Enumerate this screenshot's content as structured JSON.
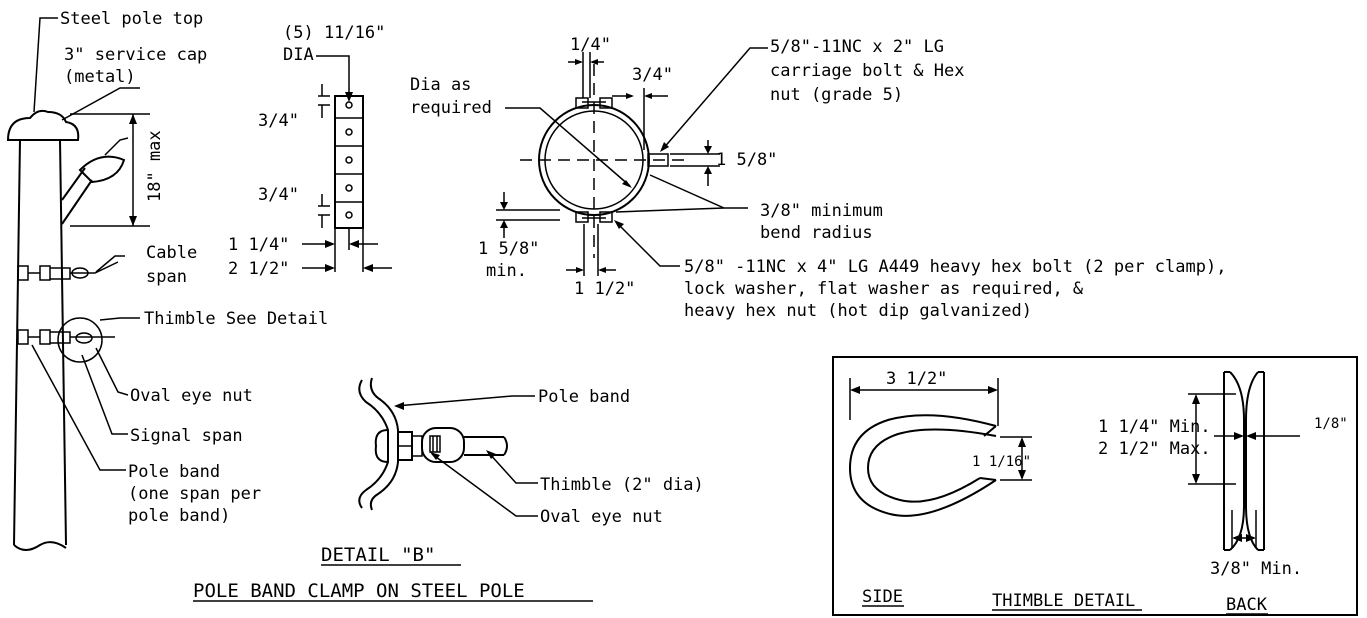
{
  "pole": {
    "top_label": "Steel pole top",
    "cap_label_1": "3\" service cap",
    "cap_label_2": "(metal)",
    "max_label": "18\" max",
    "cable_span_1": "Cable",
    "cable_span_2": "span",
    "thimble_see": "Thimble See Detail",
    "oval_eye_nut": "Oval eye nut",
    "signal_span": "Signal span",
    "pole_band_1": "Pole band",
    "pole_band_2": "(one span per",
    "pole_band_3": "pole band)"
  },
  "bar": {
    "holes_1": "(5) 11/16\"",
    "holes_2": "DIA",
    "dim_top": "3/4\"",
    "dim_mid": "3/4\"",
    "dim_w1": "1 1/4\"",
    "dim_w2": "2 1/2\""
  },
  "clamp": {
    "dim_quarter": "1/4\"",
    "dim_three_quarter": "3/4\"",
    "dia_1": "Dia  as",
    "dia_2": "required",
    "carriage_1": "5/8\"-11NC x 2\" LG",
    "carriage_2": "carriage bolt & Hex",
    "carriage_3": "nut (grade 5)",
    "dim_5_8": "1 5/8\"",
    "bend_1": "3/8\" minimum",
    "bend_2": "bend radius",
    "min_1": "1 5/8\"",
    "min_2": "min.",
    "dim_1_half": "1 1/2\"",
    "bolt_1": "5/8\" -11NC x 4\" LG A449 heavy hex bolt (2 per clamp),",
    "bolt_2": "lock washer, flat washer as required, &",
    "bolt_3": "heavy hex nut (hot dip galvanized)"
  },
  "detail_b": {
    "pole_band": "Pole band",
    "thimble": "Thimble (2\" dia)",
    "oval_eye_nut": "Oval eye nut",
    "title": "DETAIL \"B\"",
    "subtitle": "POLE BAND CLAMP ON STEEL POLE"
  },
  "thimble_detail": {
    "dim_width": "3 1/2\"",
    "dim_gap": "1 1/16\"",
    "min_label": "1 1/4\" Min.",
    "max_label": "2 1/2\" Max.",
    "dim_eighth": "1/8\"",
    "dim_3_8": "3/8\" Min.",
    "side": "SIDE",
    "title": "THIMBLE DETAIL",
    "back": "BACK"
  }
}
